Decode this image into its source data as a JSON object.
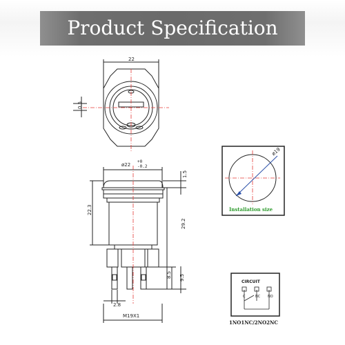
{
  "title": "Product Specification",
  "top_view": {
    "width_label": "22",
    "gap_label": "0.5"
  },
  "side_view": {
    "diameter_label": "ø22",
    "tolerance_upper": "+0",
    "tolerance_lower": "-0.2",
    "bezel_label": "1.5",
    "body_label": "22.3",
    "overall_label": "29.2",
    "pin_label_a": "8.5",
    "pin_label_b": "9.5",
    "pin_pitch_label": "2.8",
    "thread_label": "M19X1"
  },
  "installation": {
    "hole_label": "ø19",
    "caption": "Installation size"
  },
  "circuit": {
    "heading": "CIRCUIT",
    "caption": "1NO1NC/2NO2NC"
  },
  "colors": {
    "line": "#222222",
    "accent": "#e53935",
    "caption_green": "#2e9b2e"
  }
}
